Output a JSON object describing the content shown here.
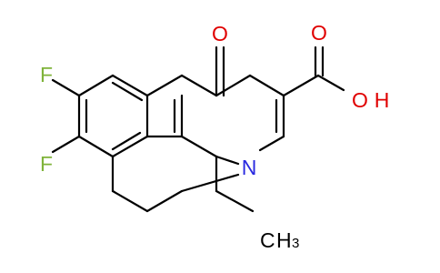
{
  "molecule": {
    "atoms": {
      "f_top": "F",
      "f_bottom": "F",
      "o_carbonyl": "O",
      "n_ring": "N",
      "oh_group": "O",
      "oh_h": "H",
      "methyl_c": "C",
      "methyl_h": "H",
      "methyl_sub": "3"
    },
    "colors": {
      "bond": "#000000",
      "fluorine": "#7fb33a",
      "oxygen": "#e00000",
      "nitrogen": "#2929e0",
      "carbon": "#000000"
    }
  }
}
